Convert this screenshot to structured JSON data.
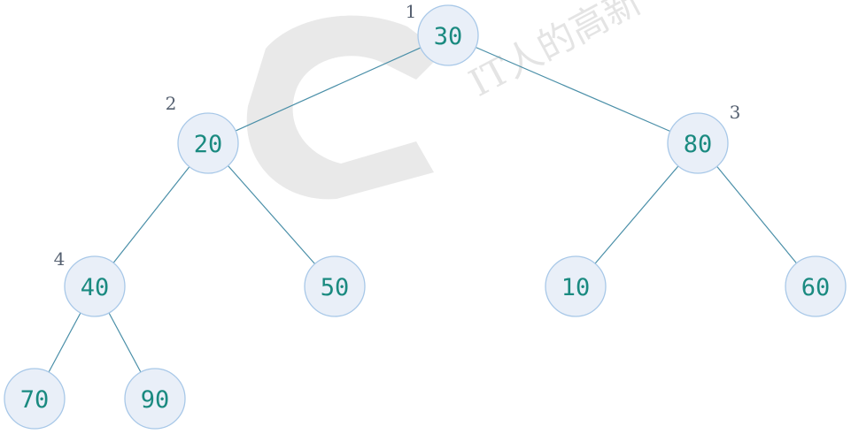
{
  "nodes": [
    {
      "id": "n30",
      "label": "30",
      "index": "1"
    },
    {
      "id": "n20",
      "label": "20",
      "index": "2"
    },
    {
      "id": "n80",
      "label": "80",
      "index": "3"
    },
    {
      "id": "n40",
      "label": "40",
      "index": "4"
    },
    {
      "id": "n50",
      "label": "50",
      "index": ""
    },
    {
      "id": "n10",
      "label": "10",
      "index": ""
    },
    {
      "id": "n60",
      "label": "60",
      "index": ""
    },
    {
      "id": "n70",
      "label": "70",
      "index": ""
    },
    {
      "id": "n90",
      "label": "90",
      "index": ""
    }
  ],
  "edges": [
    [
      "n30",
      "n20"
    ],
    [
      "n30",
      "n80"
    ],
    [
      "n20",
      "n40"
    ],
    [
      "n20",
      "n50"
    ],
    [
      "n80",
      "n10"
    ],
    [
      "n80",
      "n60"
    ],
    [
      "n40",
      "n70"
    ],
    [
      "n40",
      "n90"
    ]
  ],
  "watermark": {
    "text": "IT人的高新"
  },
  "colors": {
    "node_fill": "#e9eff8",
    "node_stroke": "#a8c8e8",
    "node_text": "#1a8a80",
    "edge": "#4a8fa8",
    "index_text": "#556070"
  }
}
